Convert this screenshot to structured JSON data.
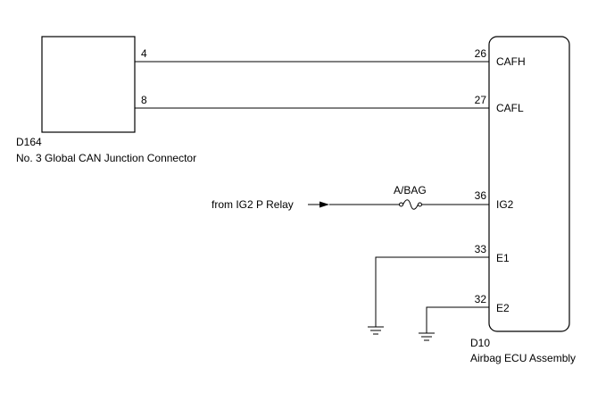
{
  "connector_d164": {
    "code": "D164",
    "name": "No. 3 Global CAN Junction Connector",
    "pins": [
      "4",
      "8"
    ]
  },
  "ecu_d10": {
    "code": "D10",
    "name": "Airbag ECU Assembly",
    "pins": [
      {
        "number": "26",
        "label": "CAFH"
      },
      {
        "number": "27",
        "label": "CAFL"
      },
      {
        "number": "36",
        "label": "IG2"
      },
      {
        "number": "33",
        "label": "E1"
      },
      {
        "number": "32",
        "label": "E2"
      }
    ]
  },
  "power_source": {
    "text": "from IG2 P Relay"
  },
  "fuse": {
    "label": "A/BAG"
  },
  "icons": [
    "arrow-icon",
    "fuse-icon",
    "ground-icon",
    "ground-icon"
  ]
}
